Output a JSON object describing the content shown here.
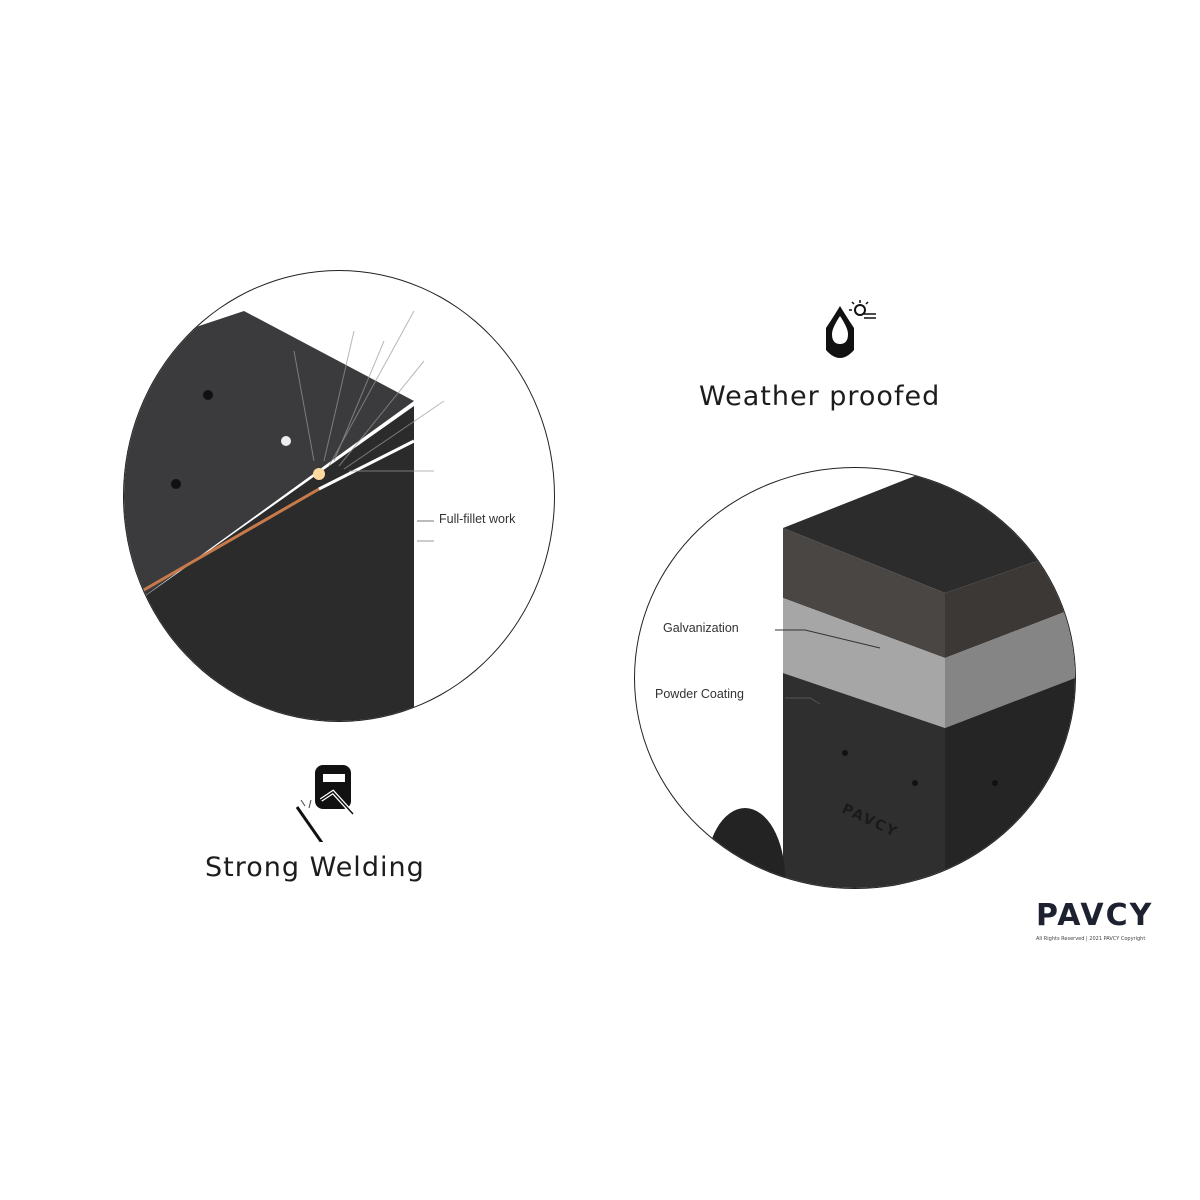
{
  "left_panel": {
    "callout": "Full-fillet work",
    "heading": "Strong Welding",
    "icon": "welding-helmet-icon"
  },
  "right_panel": {
    "heading": "Weather proofed",
    "icon": "weather-shield-icon",
    "callouts": [
      "Galvanization",
      "Powder Coating"
    ],
    "product_mark": "PAVCY"
  },
  "brand": {
    "name": "PAVCY",
    "tagline": "All Rights Reserved | 2021 PAVCY Copyright"
  },
  "colors": {
    "steel_dark": "#2a2a2a",
    "steel_mid": "#3a3a3a",
    "galvanized": "#9a9a9a",
    "spark": "#e8a060",
    "brand": "#1e2230"
  }
}
